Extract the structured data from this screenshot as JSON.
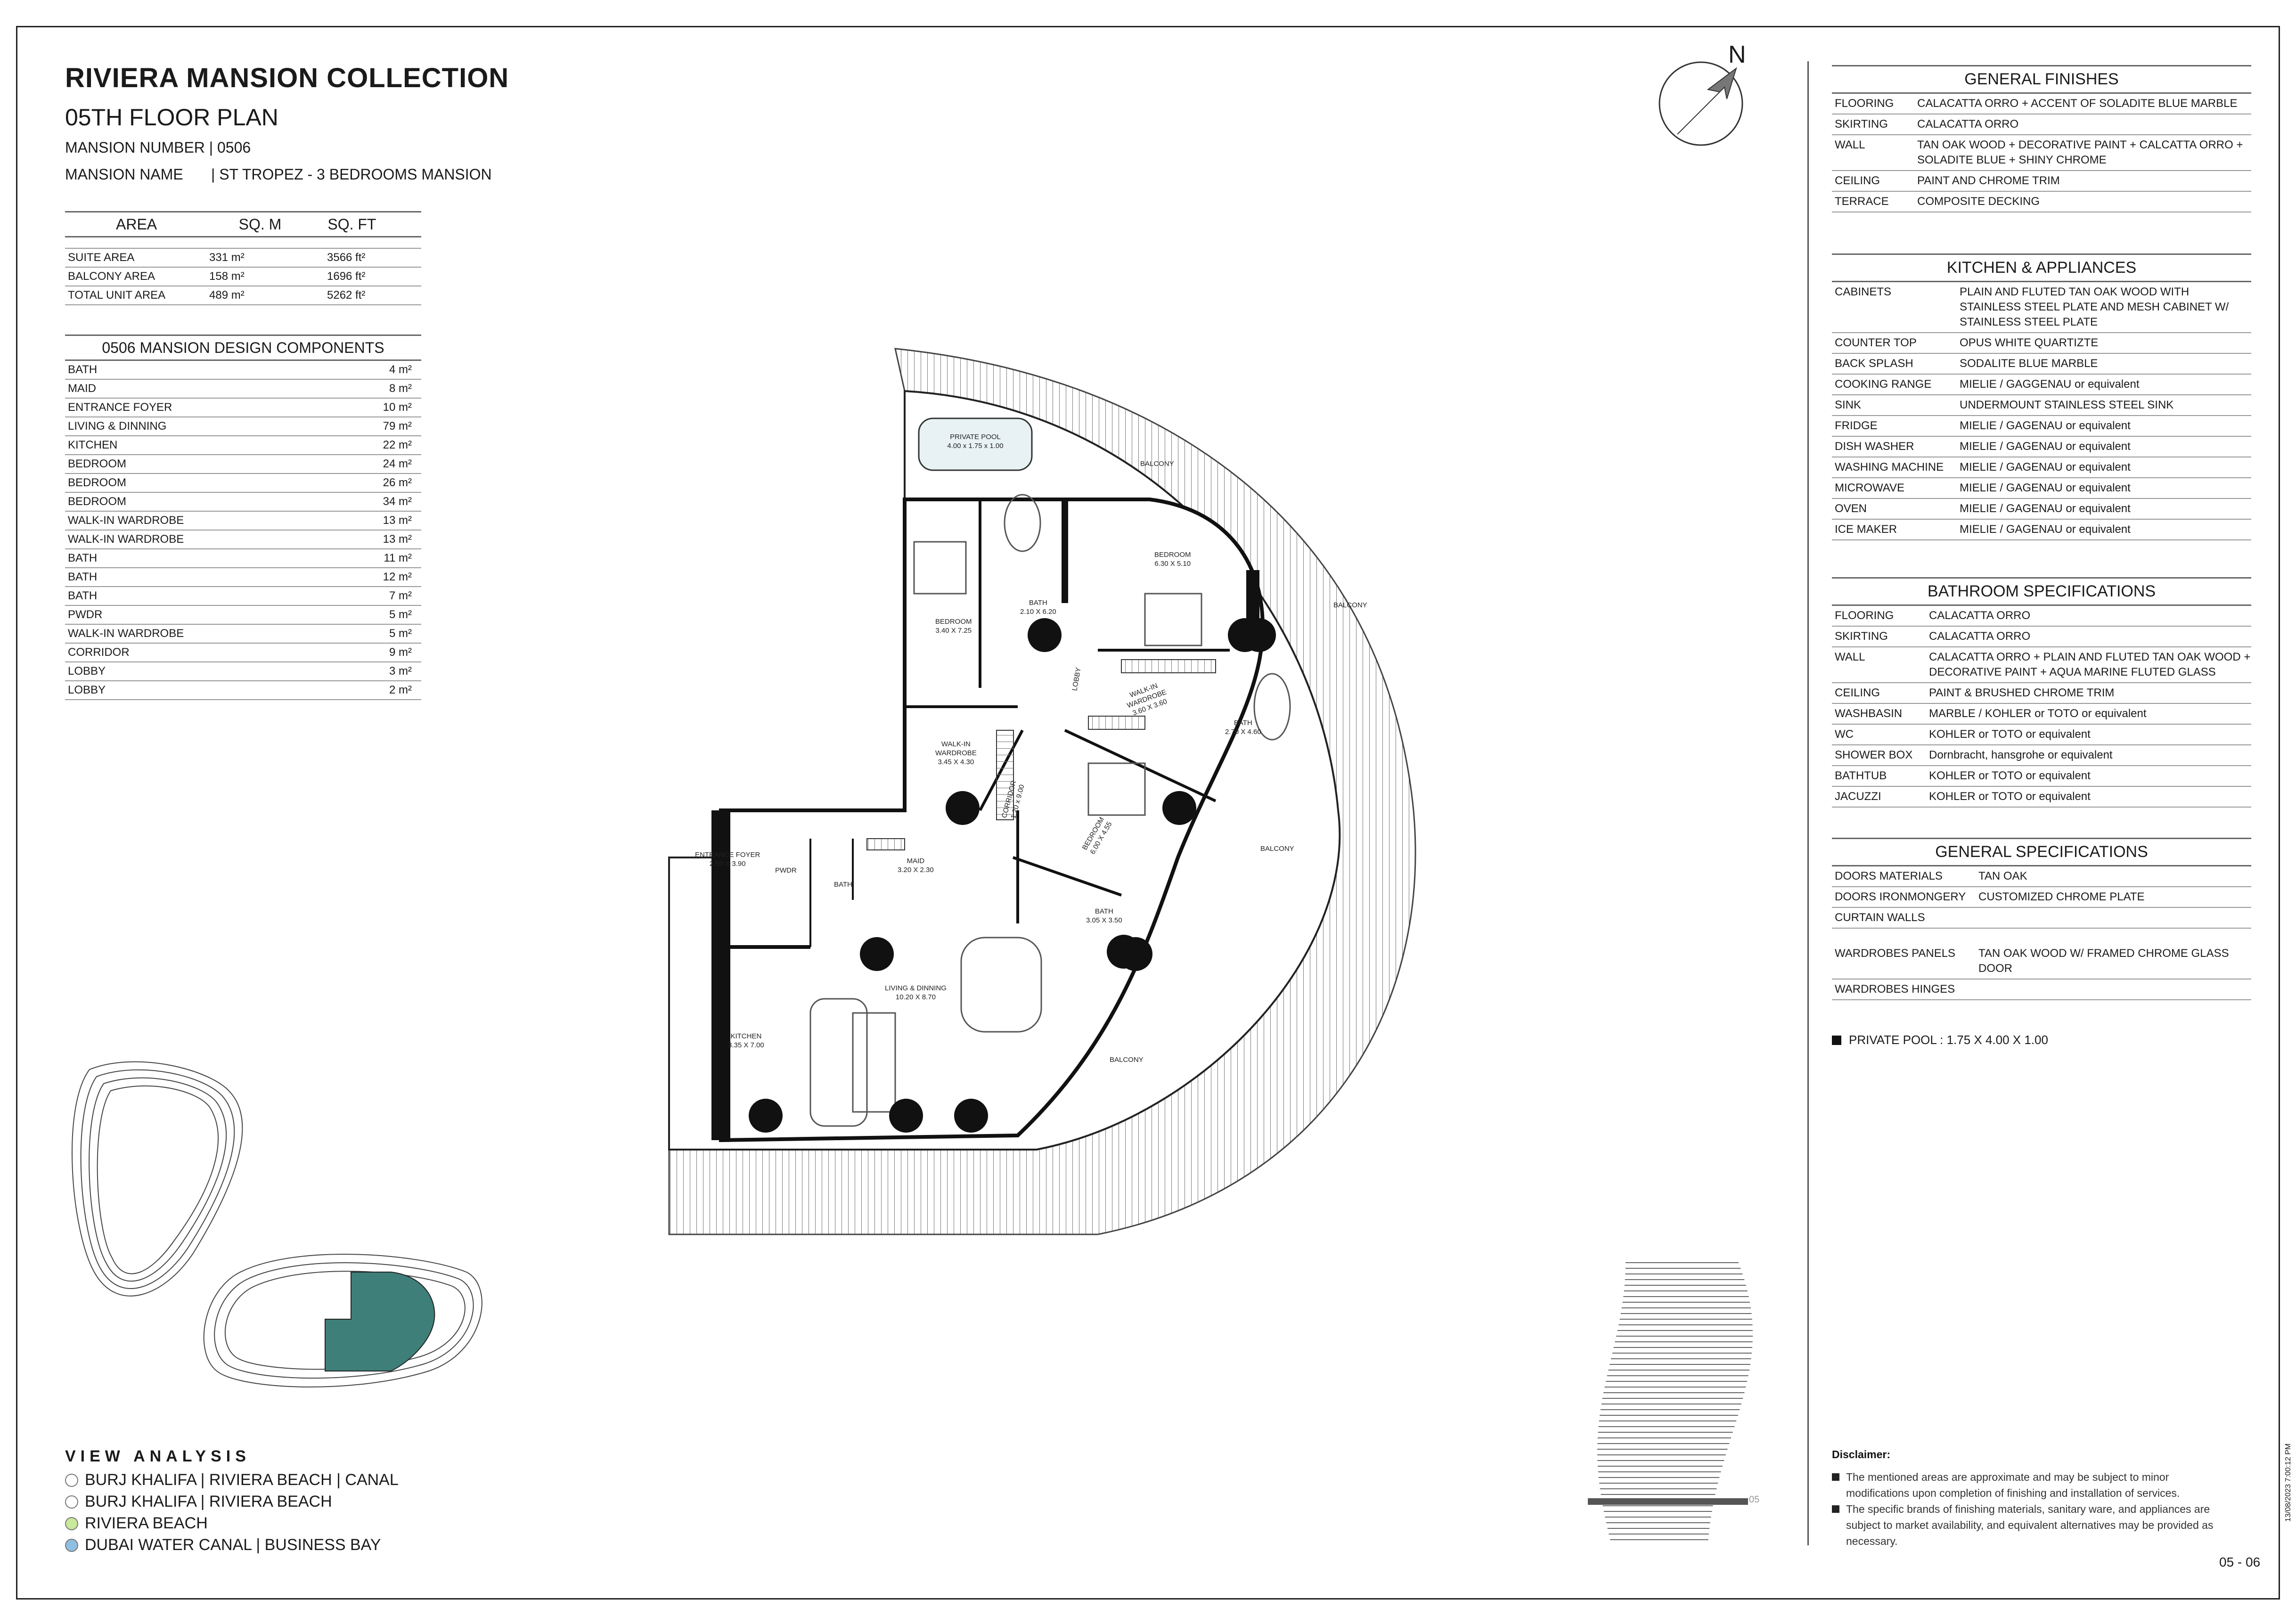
{
  "header": {
    "title": "RIVIERA MANSION COLLECTION",
    "subtitle": "05TH FLOOR PLAN",
    "mansion_number": "MANSION NUMBER | 0506",
    "mansion_name_label": "MANSION NAME",
    "mansion_name_value": "| ST TROPEZ - 3 BEDROOMS MANSION"
  },
  "area_table": {
    "headers": [
      "AREA",
      "SQ. M",
      "SQ. FT"
    ],
    "rows": [
      {
        "area": "SUITE AREA",
        "sqm": "331 m²",
        "sqft": "3566 ft²"
      },
      {
        "area": "BALCONY AREA",
        "sqm": "158 m²",
        "sqft": "1696 ft²"
      },
      {
        "area": "TOTAL UNIT AREA",
        "sqm": "489 m²",
        "sqft": "5262 ft²"
      }
    ]
  },
  "components": {
    "title": "0506 MANSION DESIGN COMPONENTS",
    "rows": [
      {
        "name": "BATH",
        "value": "4 m²"
      },
      {
        "name": "MAID",
        "value": "8 m²"
      },
      {
        "name": "ENTRANCE FOYER",
        "value": "10 m²"
      },
      {
        "name": "LIVING & DINNING",
        "value": "79 m²"
      },
      {
        "name": "KITCHEN",
        "value": "22 m²"
      },
      {
        "name": "BEDROOM",
        "value": "24 m²"
      },
      {
        "name": "BEDROOM",
        "value": "26 m²"
      },
      {
        "name": "BEDROOM",
        "value": "34 m²"
      },
      {
        "name": "WALK-IN WARDROBE",
        "value": "13 m²"
      },
      {
        "name": "WALK-IN WARDROBE",
        "value": "13 m²"
      },
      {
        "name": "BATH",
        "value": "11 m²"
      },
      {
        "name": "BATH",
        "value": "12 m²"
      },
      {
        "name": "BATH",
        "value": "7 m²"
      },
      {
        "name": "PWDR",
        "value": "5 m²"
      },
      {
        "name": "WALK-IN WARDROBE",
        "value": "5 m²"
      },
      {
        "name": "CORRIDOR",
        "value": "9 m²"
      },
      {
        "name": "LOBBY",
        "value": "3 m²"
      },
      {
        "name": "LOBBY",
        "value": "2 m²"
      }
    ]
  },
  "compass": {
    "label": "N"
  },
  "general_finishes": {
    "title": "GENERAL FINISHES",
    "rows": [
      {
        "k": "FLOORING",
        "v": "CALACATTA ORRO + ACCENT OF SOLADITE BLUE MARBLE"
      },
      {
        "k": "SKIRTING",
        "v": "CALACATTA ORRO"
      },
      {
        "k": "WALL",
        "v": "TAN OAK WOOD + DECORATIVE PAINT + CALCATTA ORRO + SOLADITE BLUE + SHINY CHROME"
      },
      {
        "k": "CEILING",
        "v": "PAINT AND CHROME TRIM"
      },
      {
        "k": "TERRACE",
        "v": "COMPOSITE DECKING"
      }
    ]
  },
  "kitchen": {
    "title": "KITCHEN & APPLIANCES",
    "rows": [
      {
        "k": "CABINETS",
        "v": "PLAIN AND FLUTED TAN OAK WOOD WITH STAINLESS STEEL PLATE AND MESH CABINET W/ STAINLESS STEEL PLATE"
      },
      {
        "k": "COUNTER TOP",
        "v": "OPUS WHITE QUARTIZTE"
      },
      {
        "k": "BACK SPLASH",
        "v": "SODALITE BLUE MARBLE"
      },
      {
        "k": "COOKING RANGE",
        "v": "MIELIE / GAGGENAU or equivalent"
      },
      {
        "k": "SINK",
        "v": "UNDERMOUNT STAINLESS STEEL SINK"
      },
      {
        "k": "FRIDGE",
        "v": "MIELIE / GAGENAU or equivalent"
      },
      {
        "k": "DISH WASHER",
        "v": "MIELIE / GAGENAU or equivalent"
      },
      {
        "k": "WASHING MACHINE",
        "v": "MIELIE / GAGENAU or equivalent"
      },
      {
        "k": "MICROWAVE",
        "v": "MIELIE / GAGENAU or equivalent"
      },
      {
        "k": "OVEN",
        "v": "MIELIE / GAGENAU or equivalent"
      },
      {
        "k": "ICE MAKER",
        "v": "MIELIE / GAGENAU or equivalent"
      }
    ]
  },
  "bathroom": {
    "title": "BATHROOM SPECIFICATIONS",
    "rows": [
      {
        "k": "FLOORING",
        "v": "CALACATTA ORRO"
      },
      {
        "k": "SKIRTING",
        "v": "CALACATTA ORRO"
      },
      {
        "k": "WALL",
        "v": "CALACATTA ORRO + PLAIN AND FLUTED TAN OAK WOOD + DECORATIVE PAINT + AQUA MARINE FLUTED GLASS"
      },
      {
        "k": "CEILING",
        "v": "PAINT & BRUSHED CHROME TRIM"
      },
      {
        "k": "WASHBASIN",
        "v": "MARBLE / KOHLER or TOTO or equivalent"
      },
      {
        "k": "WC",
        "v": "KOHLER or TOTO or equivalent"
      },
      {
        "k": "SHOWER BOX",
        "v": "Dornbracht, hansgrohe or equivalent"
      },
      {
        "k": "BATHTUB",
        "v": "KOHLER or TOTO or equivalent"
      },
      {
        "k": "JACUZZI",
        "v": "KOHLER or TOTO or equivalent"
      }
    ]
  },
  "general_specs": {
    "title": "GENERAL SPECIFICATIONS",
    "rows": [
      {
        "k": "DOORS MATERIALS",
        "v": "TAN OAK"
      },
      {
        "k": "DOORS IRONMONGERY",
        "v": "CUSTOMIZED CHROME PLATE"
      },
      {
        "k": "CURTAIN WALLS",
        "v": ""
      },
      {
        "k": "WARDROBES PANELS",
        "v": "TAN OAK WOOD W/ FRAMED CHROME GLASS DOOR"
      },
      {
        "k": "WARDROBES HINGES",
        "v": ""
      }
    ]
  },
  "pool_note": "PRIVATE POOL : 1.75 X 4.00 X 1.00",
  "disclaimer": {
    "title": "Disclaimer:",
    "items": [
      "The mentioned areas are approximate and may be subject to minor modifications upon completion of finishing and installation of services.",
      "The specific brands of finishing materials, sanitary ware, and appliances are subject to market availability, and equivalent alternatives may be provided as necessary."
    ]
  },
  "page_number": "05 - 06",
  "print_stamp": "13/08/2023 7:00:12 PM",
  "floor_marker": "05",
  "view_analysis": {
    "title": "VIEW ANALYSIS",
    "items": [
      {
        "label": "BURJ KHALIFA | RIVIERA BEACH | CANAL",
        "color": "#ffffff"
      },
      {
        "label": "BURJ KHALIFA | RIVIERA BEACH",
        "color": "#ffffff"
      },
      {
        "label": "RIVIERA BEACH",
        "color": "#c9e89a"
      },
      {
        "label": "DUBAI WATER CANAL | BUSINESS BAY",
        "color": "#8fbfe0"
      }
    ]
  },
  "key_plan_highlight": "#3e7f7a",
  "plan_labels": {
    "private_pool": "PRIVATE POOL",
    "private_pool_dim": "4.00 x 1.75 x 1.00",
    "balcony": "BALCONY",
    "bedroom": "BEDROOM",
    "bedroom_a_dim": "3.40 X 7.25",
    "bedroom_b_dim": "6.30 X 5.10",
    "bedroom_c_dim": "6.00 X 4.55",
    "bath": "BATH",
    "bath_a_dim": "2.10 X 6.20",
    "bath_b_dim": "2.70 X 4.60",
    "bath_c_dim": "3.05 X 3.50",
    "lobby": "LOBBY",
    "walk_in": "WALK-IN",
    "wardrobe": "WARDROBE",
    "walkin_a_dim": "3.45 X 4.30",
    "walkin_b_dim": "3.60 X 3.60",
    "corridor": "CORRIDOR",
    "corridor_dim": "1.20 x 9.00",
    "entrance_foyer": "ENTRANCE FOYER",
    "entrance_dim": "2.50 X 3.90",
    "pwdr": "PWDR",
    "maid": "MAID",
    "maid_dim": "3.20 X 2.30",
    "living": "LIVING & DINNING",
    "living_dim": "10.20 X 8.70",
    "kitchen": "KITCHEN",
    "kitchen_dim": "3.35 X 7.00"
  }
}
